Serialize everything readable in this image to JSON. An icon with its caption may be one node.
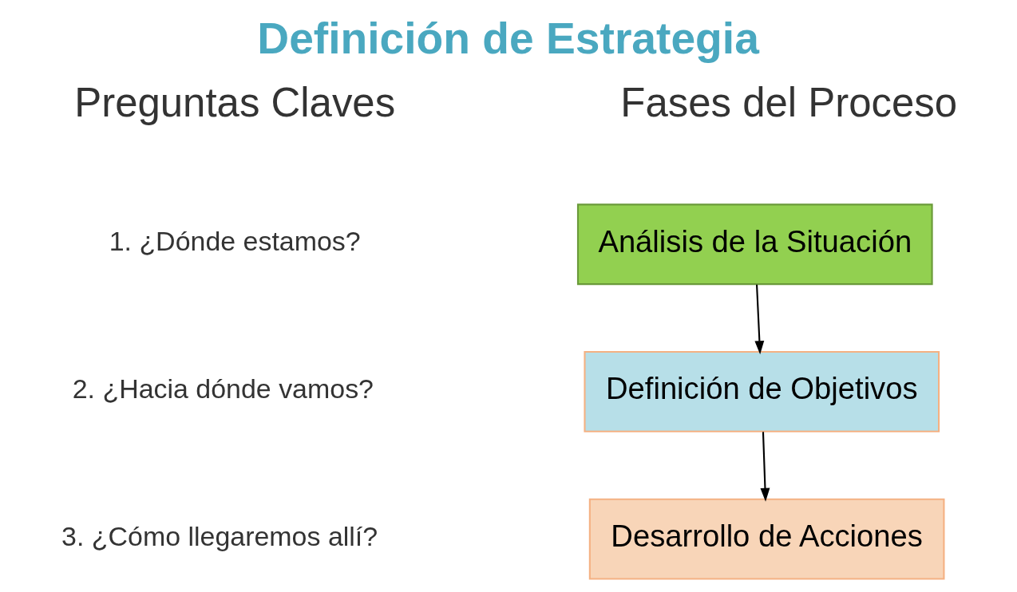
{
  "diagram": {
    "title": "Definición de Estrategia",
    "nodes": [
      {
        "text": [
          "Análisis de la Situación"
        ]
      },
      {
        "text": [
          "Definición de Objetivos"
        ]
      },
      {
        "text": [
          "Desarrollo de Acciones"
        ]
      }
    ],
    "edges": [
      {
        "from": 0,
        "to": 1,
        "arrow": "to"
      },
      {
        "from": 1,
        "to": 2,
        "arrow": "to"
      }
    ],
    "labels": [
      "Preguntas Claves",
      "Fases del Proceso",
      "1. ¿Dónde estamos?",
      "2. ¿Hacia dónde vamos?",
      "3. ¿Cómo llegaremos allí?"
    ]
  }
}
